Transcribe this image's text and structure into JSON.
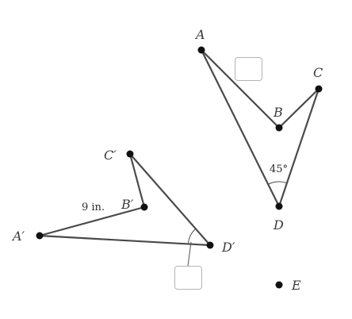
{
  "points": {
    "A": "A",
    "B": "B",
    "C": "C",
    "D": "D",
    "E": "E",
    "A_prime": "A′",
    "B_prime": "B′",
    "C_prime": "C′",
    "D_prime": "D′"
  },
  "measures": {
    "angle_D": "45°",
    "side_A_prime_B_prime": "9 in."
  },
  "answer_boxes": {
    "side_AB": "",
    "angle_D_prime": ""
  },
  "colors": {
    "stroke": "#4a4a4a",
    "vertex": "#111111",
    "box_border": "#b4b4b4"
  }
}
